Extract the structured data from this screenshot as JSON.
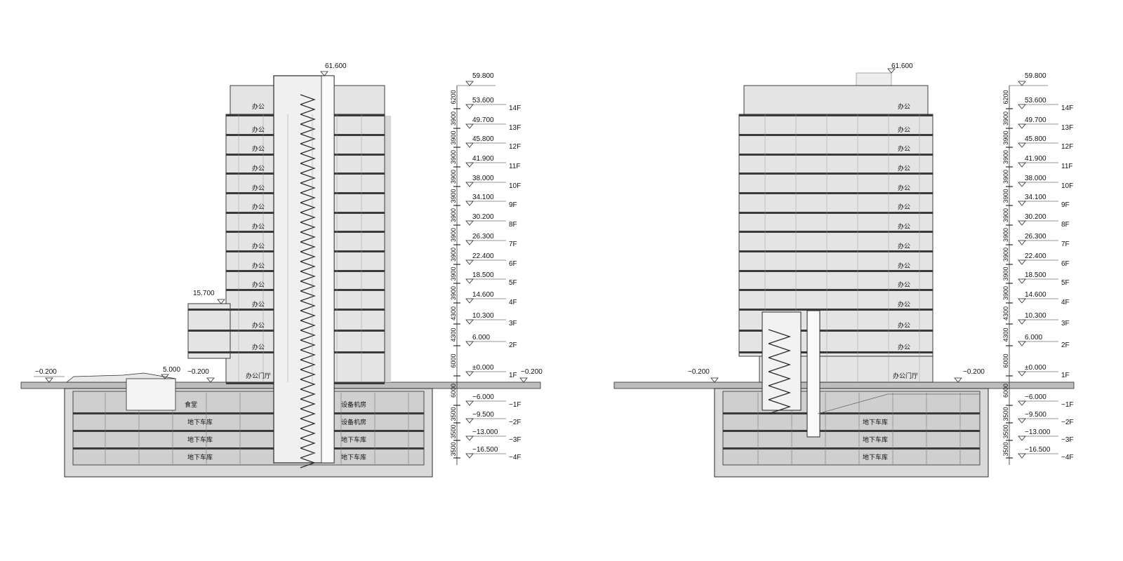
{
  "colors": {
    "line": "#2a2a2a",
    "floor_fill": "#e4e4e4",
    "basement_fill": "#cfcfcf",
    "ground_fill": "#bdbdbd",
    "slab": "#3a3a3a",
    "shadow": "#d6d6d6"
  },
  "icons": {
    "level_marker": "level-triangle-icon",
    "stair": "stair-zigzag-icon"
  },
  "sections": [
    {
      "id": "left",
      "top_level": "61.600",
      "parapet_level": "59.800",
      "podium_level": "15.700",
      "ground_left": "−0.200",
      "ground_mid": "−0.200",
      "ground_right": "−0.200",
      "canopy_level": "5.000",
      "room_labels": [
        "办公",
        "办公",
        "办公",
        "办公",
        "办公",
        "办公",
        "办公",
        "办公",
        "办公",
        "办公",
        "办公",
        "办公",
        "办公"
      ],
      "lobby_label": "办公门厅",
      "basement_labels": [
        {
          "text": "食堂",
          "pos": "b1-left"
        },
        {
          "text": "地下车库",
          "pos": "b2-left"
        },
        {
          "text": "地下车库",
          "pos": "b3-left"
        },
        {
          "text": "地下车库",
          "pos": "b4-left"
        },
        {
          "text": "设备机房",
          "pos": "b1-right"
        },
        {
          "text": "设备机房",
          "pos": "b2-right"
        },
        {
          "text": "地下车库",
          "pos": "b3-right"
        },
        {
          "text": "地下车库",
          "pos": "b4-right"
        }
      ]
    },
    {
      "id": "right",
      "top_level": "61.600",
      "parapet_level": "59.800",
      "ground_left": "−0.200",
      "ground_right": "−0.200",
      "room_labels": [
        "办公",
        "办公",
        "办公",
        "办公",
        "办公",
        "办公",
        "办公",
        "办公",
        "办公",
        "办公",
        "办公",
        "办公",
        "办公"
      ],
      "lobby_label": "办公门厅",
      "basement_labels": [
        {
          "text": "地下车库",
          "pos": "b2"
        },
        {
          "text": "地下车库",
          "pos": "b3"
        },
        {
          "text": "地下车库",
          "pos": "b4"
        }
      ]
    }
  ],
  "levels": [
    {
      "elev": "53.600",
      "floor": "14F",
      "dim": "6200"
    },
    {
      "elev": "49.700",
      "floor": "13F",
      "dim": "3900"
    },
    {
      "elev": "45.800",
      "floor": "12F",
      "dim": "3900"
    },
    {
      "elev": "41.900",
      "floor": "11F",
      "dim": "3900"
    },
    {
      "elev": "38.000",
      "floor": "10F",
      "dim": "3900"
    },
    {
      "elev": "34.100",
      "floor": "9F",
      "dim": "3900"
    },
    {
      "elev": "30.200",
      "floor": "8F",
      "dim": "3900"
    },
    {
      "elev": "26.300",
      "floor": "7F",
      "dim": "3900"
    },
    {
      "elev": "22.400",
      "floor": "6F",
      "dim": "3900"
    },
    {
      "elev": "18.500",
      "floor": "5F",
      "dim": "3900"
    },
    {
      "elev": "14.600",
      "floor": "4F",
      "dim": "3900"
    },
    {
      "elev": "10.300",
      "floor": "3F",
      "dim": "4300"
    },
    {
      "elev": "6.000",
      "floor": "2F",
      "dim": "4300"
    },
    {
      "elev": "±0.000",
      "floor": "1F",
      "dim": "6000"
    },
    {
      "elev": "−6.000",
      "floor": "−1F",
      "dim": "6000"
    },
    {
      "elev": "−9.500",
      "floor": "−2F",
      "dim": "3500"
    },
    {
      "elev": "−13.000",
      "floor": "−3F",
      "dim": "3500"
    },
    {
      "elev": "−16.500",
      "floor": "−4F",
      "dim": "3500"
    }
  ]
}
